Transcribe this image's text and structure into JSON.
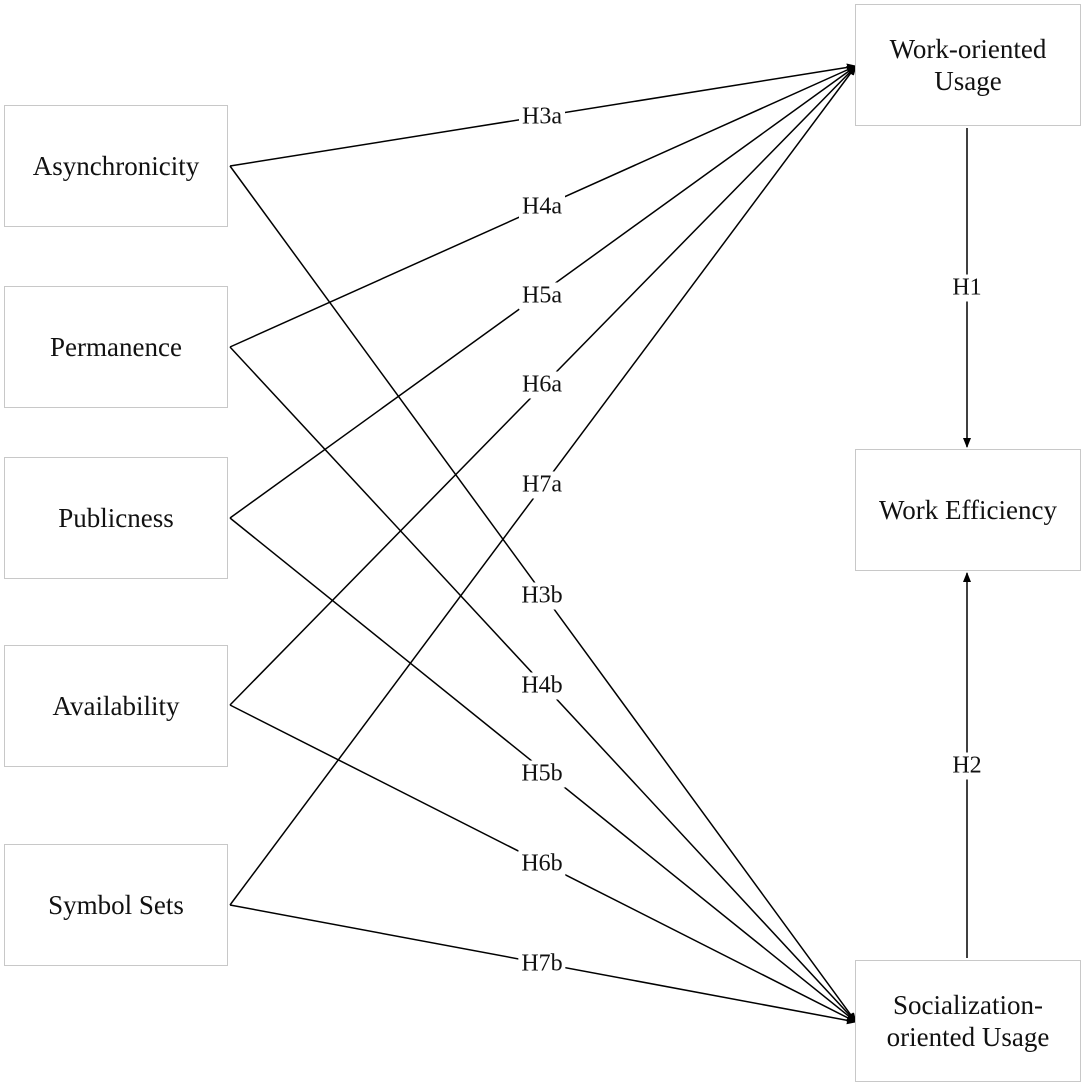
{
  "constructs": {
    "asynchronicity": "Asynchronicity",
    "permanence": "Permanence",
    "publicness": "Publicness",
    "availability": "Availability",
    "symbol_sets": "Symbol Sets",
    "work_usage": "Work-oriented\nUsage",
    "work_efficiency": "Work Efficiency",
    "social_usage": "Socialization-\noriented Usage"
  },
  "hypotheses": {
    "h1": "H1",
    "h2": "H2",
    "h3a": "H3a",
    "h4a": "H4a",
    "h5a": "H5a",
    "h6a": "H6a",
    "h7a": "H7a",
    "h3b": "H3b",
    "h4b": "H4b",
    "h5b": "H5b",
    "h6b": "H6b",
    "h7b": "H7b"
  },
  "colors": {
    "line": "#000000",
    "box_border": "#c8c8c8",
    "text": "#111111"
  }
}
